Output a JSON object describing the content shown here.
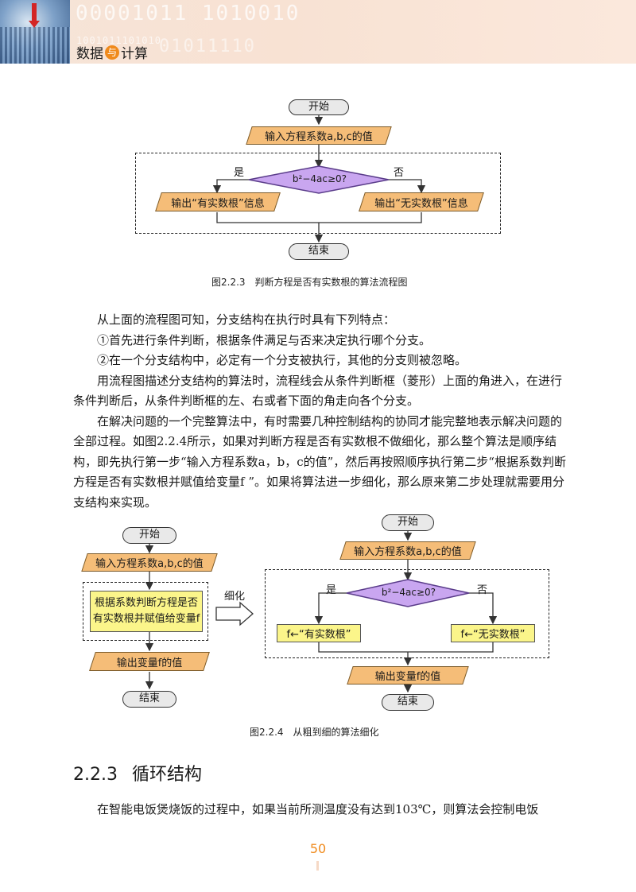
{
  "header": {
    "title_a": "数据",
    "title_yu": "与",
    "title_b": "计算",
    "binary_big": "00001011 1010010",
    "binary_small": "1001011101010",
    "binary_mid": "01011110"
  },
  "fig1": {
    "start": "开始",
    "input": "输入方程系数a,b,c的值",
    "yes": "是",
    "no": "否",
    "decision": "b²−4ac≥0?",
    "out_yes": "输出“有实数根”信息",
    "out_no": "输出“无实数根”信息",
    "end": "结束",
    "caption": "图2.2.3　判断方程是否有实数根的算法流程图"
  },
  "body1": {
    "p1": "从上面的流程图可知，分支结构在执行时具有下列特点：",
    "p2": "①首先进行条件判断，根据条件满足与否来决定执行哪个分支。",
    "p3": "②在一个分支结构中，必定有一个分支被执行，其他的分支则被忽略。",
    "p4": "用流程图描述分支结构的算法时，流程线会从条件判断框（菱形）上面的角进入，在进行条件判断后，从条件判断框的左、右或者下面的角走向各个分支。",
    "p5": "在解决问题的一个完整算法中，有时需要几种控制结构的协同才能完整地表示解决问题的全部过程。如图2.2.4所示，如果对判断方程是否有实数根不做细化，那么整个算法是顺序结构，即先执行第一步“输入方程系数a，b，c的值”，然后再按照顺序执行第二步“根据系数判断方程是否有实数根并赋值给变量f ”。如果将算法进一步细化，那么原来第二步处理就需要用分支结构来实现。"
  },
  "fig2": {
    "left": {
      "start": "开始",
      "input": "输入方程系数a,b,c的值",
      "proc_line1": "根据系数判断方程是否",
      "proc_line2": "有实数根并赋值给变量f",
      "output": "输出变量f的值",
      "end": "结束"
    },
    "refine": "细化",
    "right": {
      "start": "开始",
      "input": "输入方程系数a,b,c的值",
      "yes": "是",
      "no": "否",
      "decision": "b²−4ac≥0?",
      "assign_yes": "f←“有实数根”",
      "assign_no": "f←“无实数根”",
      "output": "输出变量f的值",
      "end": "结束"
    },
    "caption": "图2.2.4　从粗到细的算法细化"
  },
  "section": {
    "number": "2.2.3",
    "title": "循环结构"
  },
  "body2": {
    "p1": "在智能电饭煲烧饭的过程中，如果当前所测温度没有达到103℃，则算法会控制电饭"
  },
  "page_number": "50"
}
